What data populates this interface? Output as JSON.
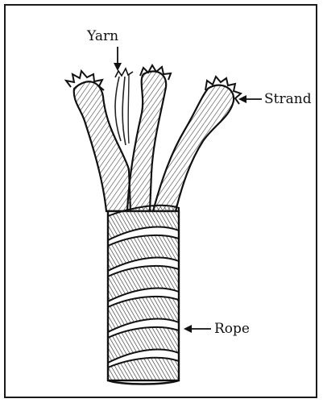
{
  "diagram": {
    "labels": {
      "yarn": "Yarn",
      "strand": "Strand",
      "rope": "Rope"
    },
    "colors": {
      "ink": "#111111",
      "shade": "#4a4a4a",
      "background": "#ffffff"
    }
  }
}
